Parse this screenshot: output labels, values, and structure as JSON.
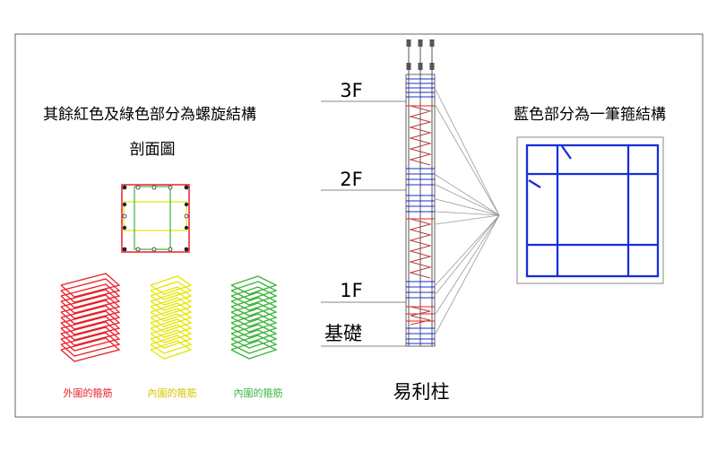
{
  "labels": {
    "spiral_note": "其餘紅色及綠色部分為螺旋結構",
    "section_title": "剖面圖",
    "outer_stirrup": "外圍的箍筋",
    "inner_stirrup_yellow": "內圍的箍筋",
    "inner_stirrup_green": "內圍的箍筋",
    "floor_3f": "3F",
    "floor_2f": "2F",
    "floor_1f": "1F",
    "foundation": "基礎",
    "column_title": "易利柱",
    "blue_note": "藍色部分為一筆箍結構"
  },
  "colors": {
    "outer_red": "#e8202a",
    "inner_yellow": "#e6e600",
    "inner_green": "#3cb43c",
    "blue_stirrup": "#1a2ed6",
    "guide_line": "#9a9a9a",
    "frame": "#666666",
    "text": "#000000"
  }
}
